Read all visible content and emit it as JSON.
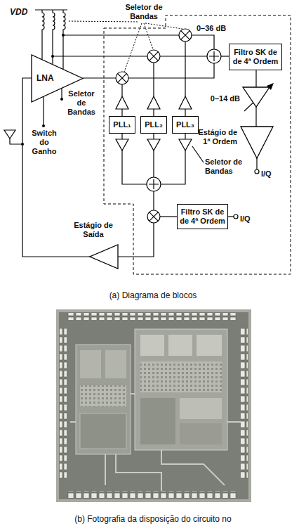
{
  "diagram": {
    "nodes": [
      {
        "text": [
          "Filtro SK de de 4ª Ordem"
        ]
      },
      {
        "text": [
          "LNA"
        ]
      },
      {
        "text": [
          "0–14 dB"
        ]
      },
      {
        "text": [
          "PLL₁"
        ]
      },
      {
        "text": [
          "PLL₂"
        ]
      },
      {
        "text": [
          "PLL₃"
        ]
      },
      {
        "text": [
          "Estágio de 1ª Ordem"
        ]
      },
      {
        "text": [
          "Filtro SK de de 4ª Ordem"
        ]
      },
      {
        "text": [
          "Estágio de Saída"
        ]
      }
    ],
    "edges": [
      {
        "from": 0,
        "to": 2,
        "arrow": "none"
      },
      {
        "from": 2,
        "to": 6,
        "arrow": "none"
      }
    ],
    "labels": [
      "VDD",
      "Seletor de Bandas",
      "0–36 dB",
      "Switch do Ganho",
      "Seletor de Bandas",
      "I/Q",
      "Seletor de Bandas",
      "I/Q",
      "(a) Diagrama de blocos",
      "(b) Fotografia da disposição do circuito no"
    ]
  }
}
